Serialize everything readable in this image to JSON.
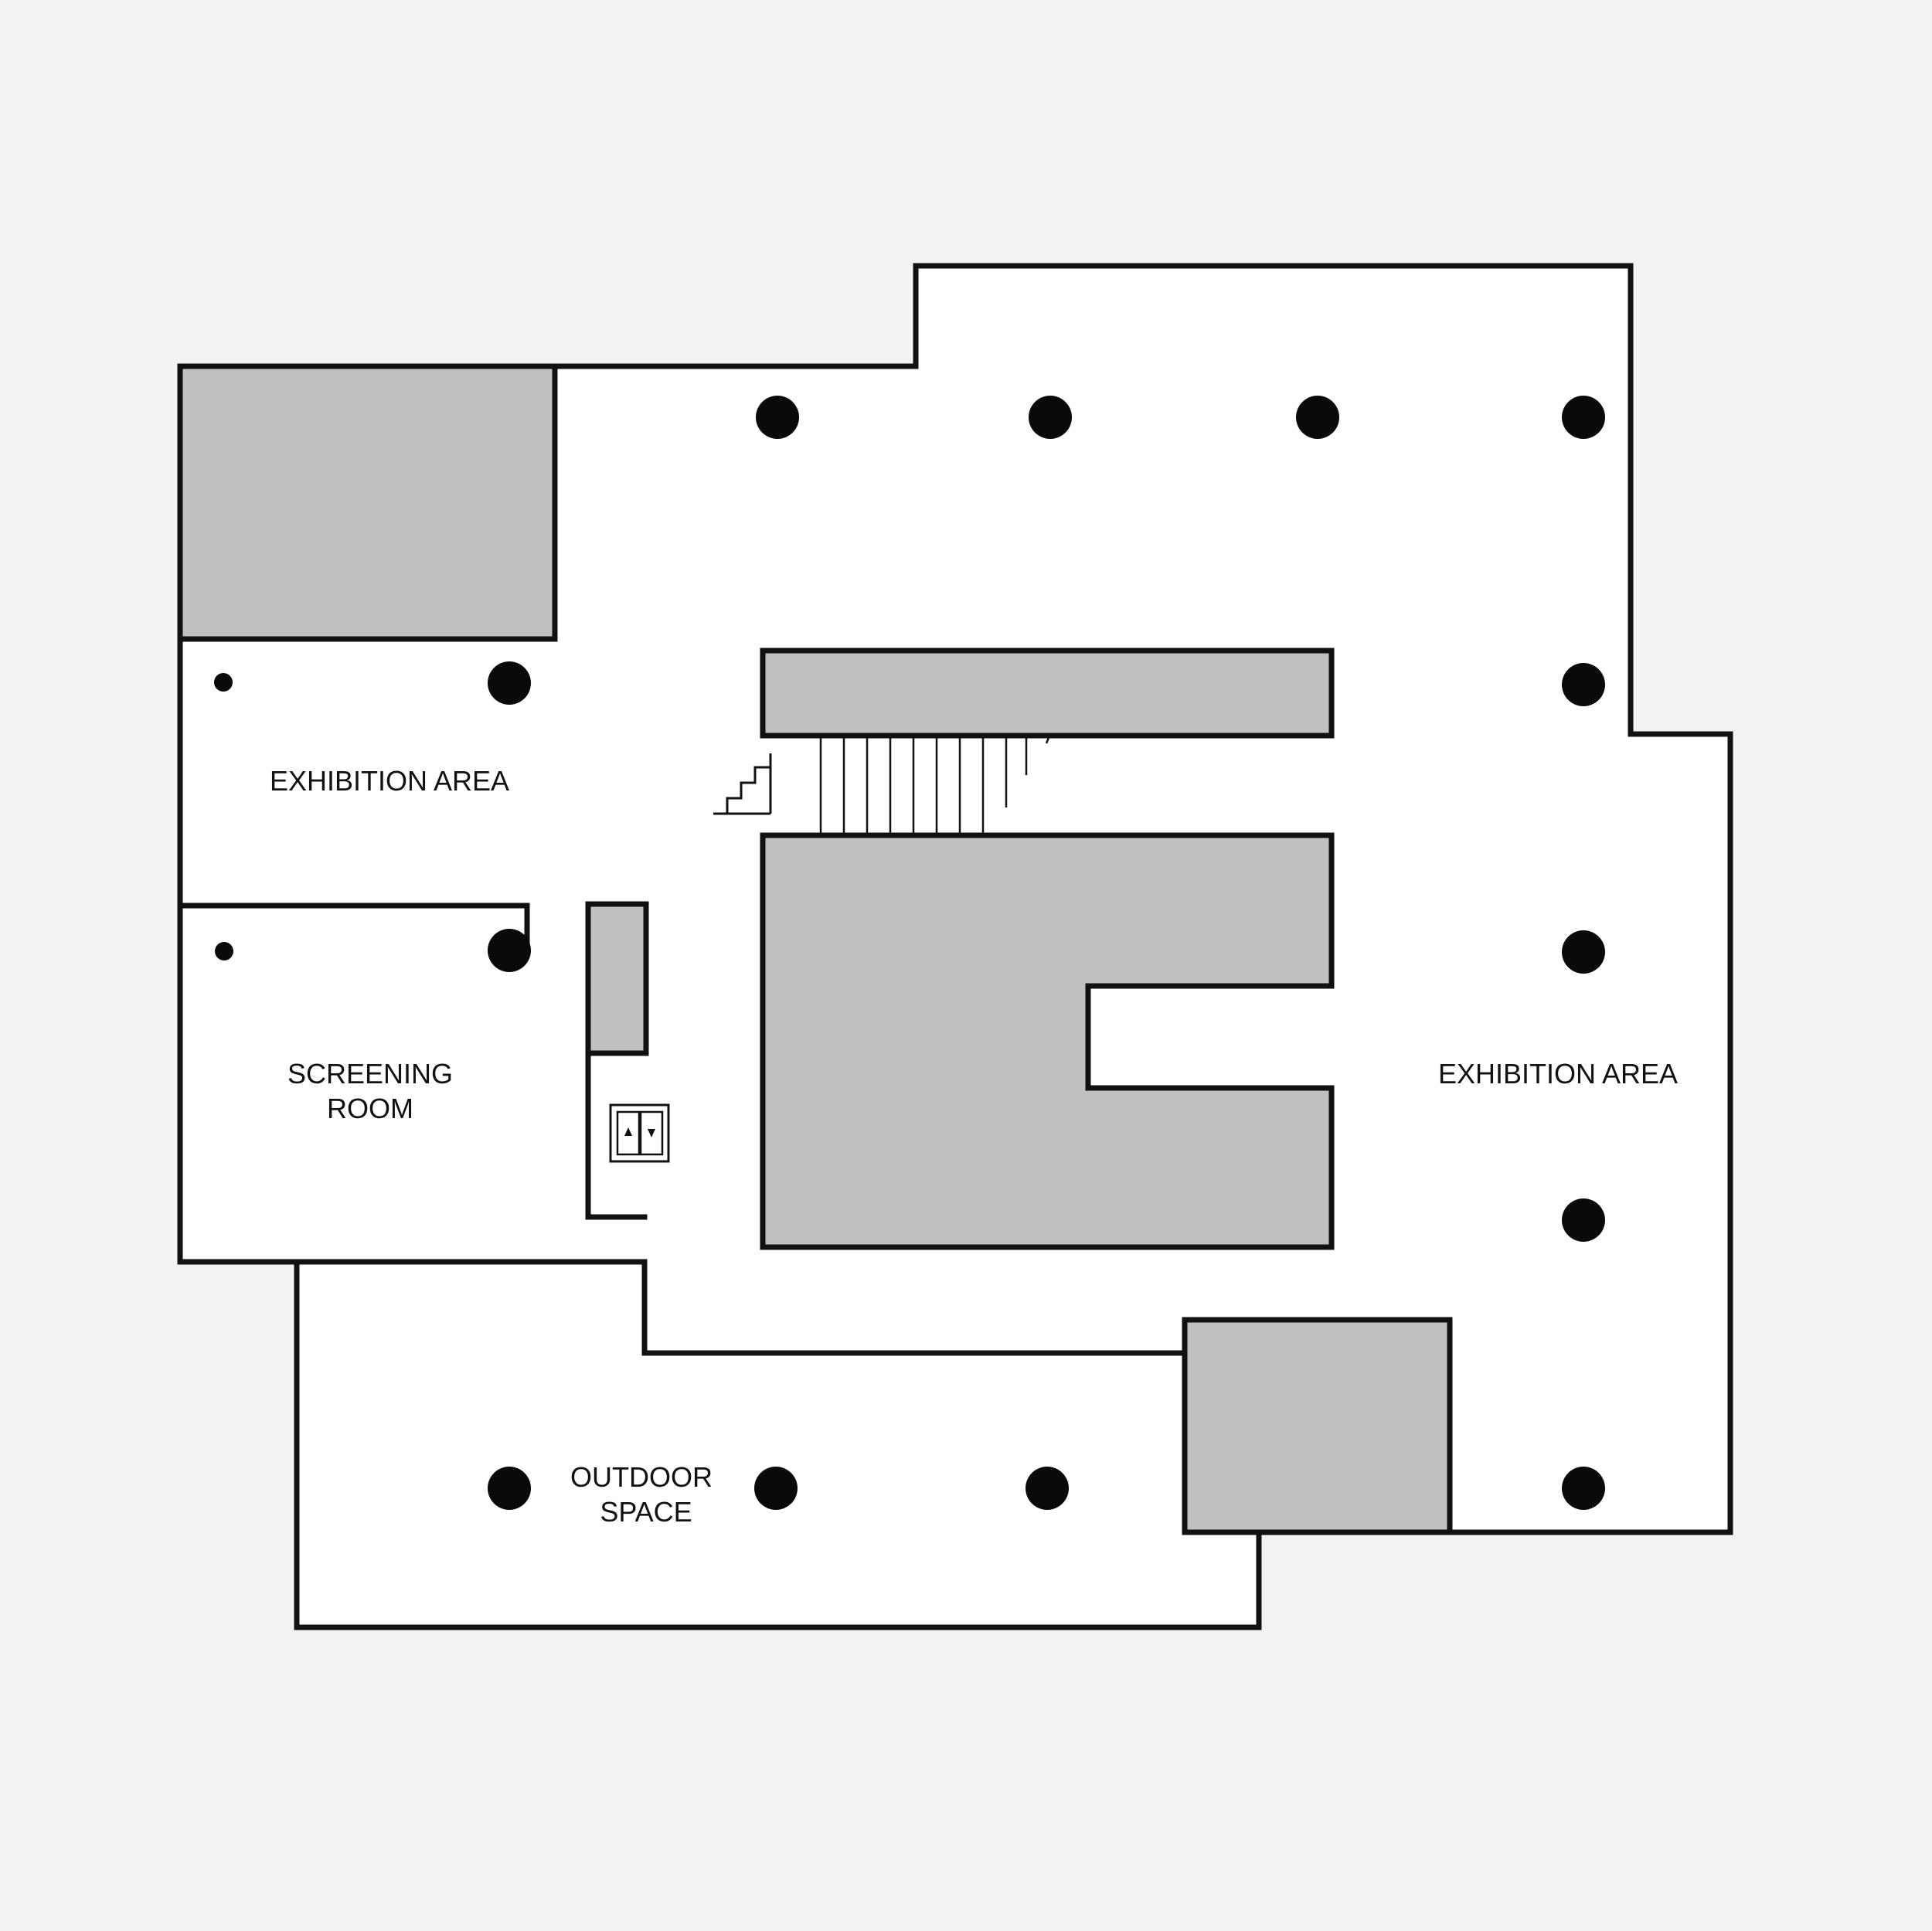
{
  "colors": {
    "background": "#f2f2f2",
    "floor": "#ffffff",
    "wall": "#111111",
    "core": "#c0c0c0",
    "column": "#0a0a0a"
  },
  "labels": {
    "exhibition_area_west": "EXHIBITION AREA",
    "screening_room_line1": "SCREENING",
    "screening_room_line2": "ROOM",
    "exhibition_area_east": "EXHIBITION AREA",
    "outdoor_space_line1": "OUTDOOR",
    "outdoor_space_line2": "SPACE"
  },
  "icons": {
    "stairs": "stairs-icon",
    "elevator": "elevator-icon"
  }
}
